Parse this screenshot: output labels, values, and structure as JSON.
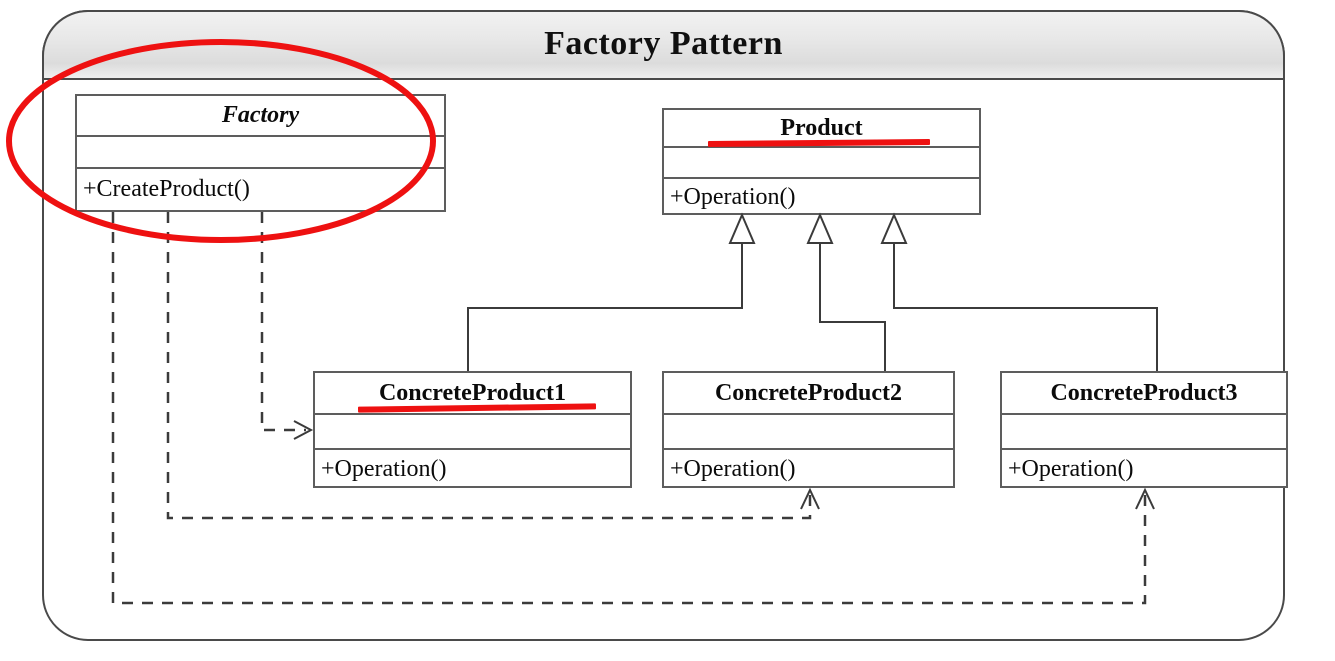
{
  "panel": {
    "title": "Factory Pattern"
  },
  "classes": [
    {
      "id": "factory",
      "name": "Factory",
      "stereotype": "abstract",
      "attributes": "",
      "operations": "+CreateProduct()",
      "highlight": "none"
    },
    {
      "id": "product",
      "name": "Product",
      "stereotype": "abstract",
      "attributes": "",
      "operations": "+Operation()",
      "highlight": "red-underline"
    },
    {
      "id": "concrete-product-1",
      "name": "ConcreteProduct1",
      "stereotype": "concrete",
      "attributes": "",
      "operations": "+Operation()",
      "highlight": "red-underline"
    },
    {
      "id": "concrete-product-2",
      "name": "ConcreteProduct2",
      "stereotype": "concrete",
      "attributes": "",
      "operations": "+Operation()",
      "highlight": "none"
    },
    {
      "id": "concrete-product-3",
      "name": "ConcreteProduct3",
      "stereotype": "concrete",
      "attributes": "",
      "operations": "+Operation()",
      "highlight": "none"
    }
  ],
  "relationships": [
    {
      "kind": "generalization",
      "from": "ConcreteProduct1",
      "to": "Product"
    },
    {
      "kind": "generalization",
      "from": "ConcreteProduct2",
      "to": "Product"
    },
    {
      "kind": "generalization",
      "from": "ConcreteProduct3",
      "to": "Product"
    },
    {
      "kind": "dependency",
      "from": "Factory",
      "to": "ConcreteProduct1"
    },
    {
      "kind": "dependency",
      "from": "Factory",
      "to": "ConcreteProduct2"
    },
    {
      "kind": "dependency",
      "from": "Factory",
      "to": "ConcreteProduct3"
    }
  ],
  "annotations": [
    {
      "kind": "ellipse",
      "color": "#ee1111",
      "target": "Factory"
    }
  ],
  "colors": {
    "annotation_red": "#ee1111",
    "box_border": "#5d5d5d",
    "panel_border": "#4a4a4a",
    "line": "#3b3b3b"
  }
}
